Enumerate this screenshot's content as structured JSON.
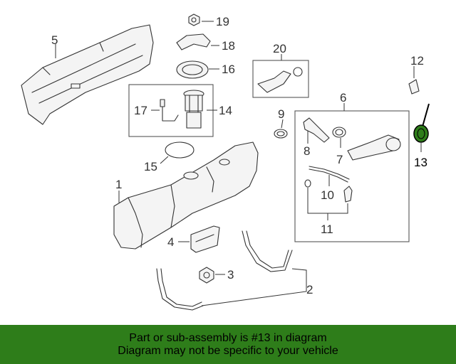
{
  "callouts": {
    "n1": "1",
    "n2": "2",
    "n3": "3",
    "n4": "4",
    "n5": "5",
    "n6": "6",
    "n7": "7",
    "n8": "8",
    "n9": "9",
    "n10": "10",
    "n11": "11",
    "n12": "12",
    "n13": "13",
    "n14": "14",
    "n15": "15",
    "n16": "16",
    "n17": "17",
    "n18": "18",
    "n19": "19",
    "n20": "20"
  },
  "banner": {
    "line1": "Part or sub-assembly is #13 in diagram",
    "line2": "Diagram may not be specific to your vehicle"
  },
  "colors": {
    "banner_bg": "#2e7d1a",
    "highlight_part": "#2e7d1a",
    "line": "#333333"
  }
}
